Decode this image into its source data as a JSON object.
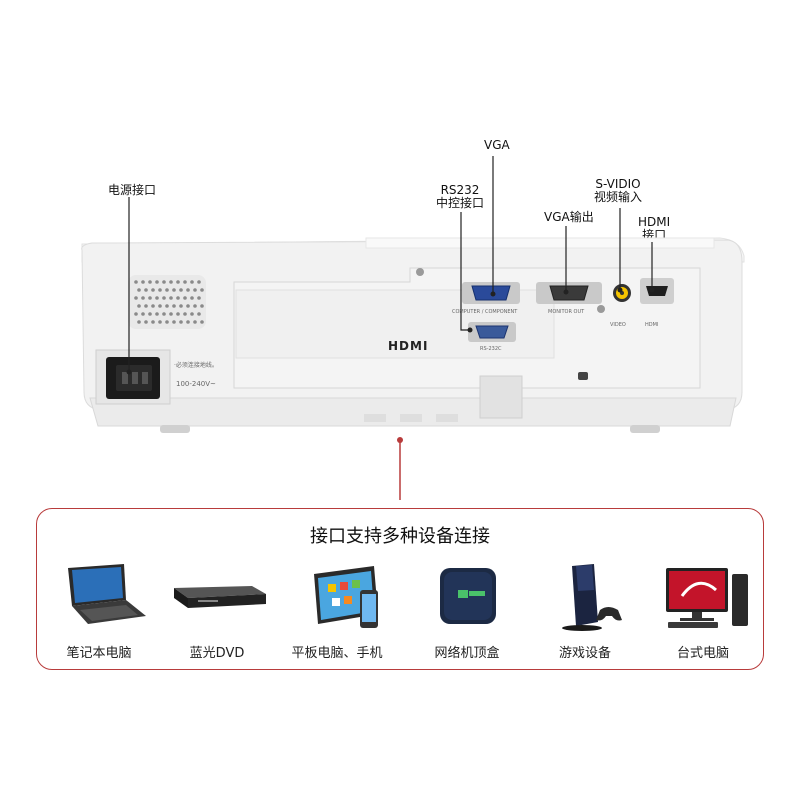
{
  "callouts": {
    "power": "电源接口",
    "rs232_line1": "RS232",
    "rs232_line2": "中控接口",
    "vga": "VGA",
    "vga_out": "VGA输出",
    "svideo_line1": "S-VIDIO",
    "svideo_line2": "视频输入",
    "hdmi_line1": "HDMI",
    "hdmi_line2": "接口"
  },
  "panel": {
    "hdmi_logo": "HDMI",
    "power_note": "·必须连接地线。",
    "voltage": "100-240V~",
    "computer_component": "COMPUTER / COMPONENT",
    "monitor_out": "MONITOR OUT",
    "video": "VIDEO",
    "hdmi_port": "HDMI",
    "rs232c": "RS-232C"
  },
  "devices_section": {
    "title": "接口支持多种设备连接",
    "items": [
      {
        "label": "笔记本电脑",
        "icon": "laptop-icon"
      },
      {
        "label": "蓝光DVD",
        "icon": "bluray-player-icon"
      },
      {
        "label": "平板电脑、手机",
        "icon": "tablet-phone-icon"
      },
      {
        "label": "网络机顶盒",
        "icon": "set-top-box-icon"
      },
      {
        "label": "游戏设备",
        "icon": "game-console-icon"
      },
      {
        "label": "台式电脑",
        "icon": "desktop-pc-icon"
      }
    ]
  },
  "colors": {
    "accent_red": "#b83b3b",
    "projector_body": "#f3f3f3"
  }
}
